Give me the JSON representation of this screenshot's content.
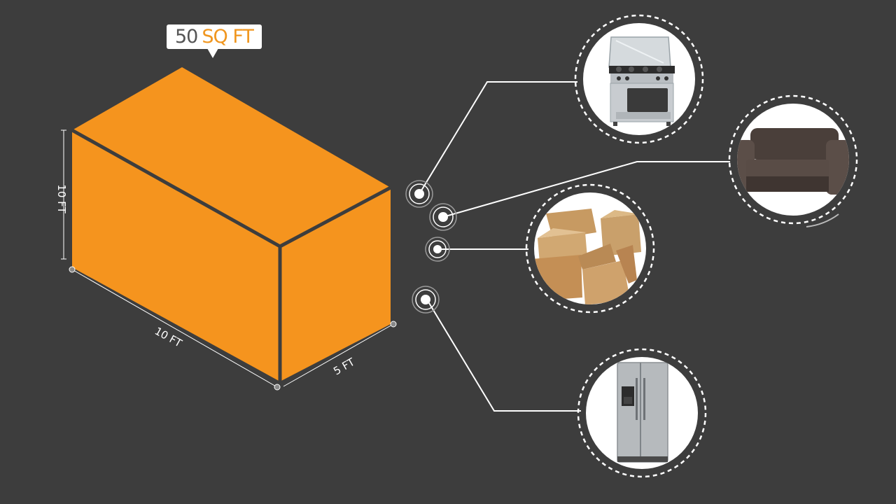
{
  "callout": {
    "value": "50",
    "unit": "SQ FT"
  },
  "dimensions": {
    "height": "10 FT",
    "length": "10 FT",
    "width": "5 FT"
  },
  "colors": {
    "background": "#3d3d3d",
    "box": "#f5941e",
    "edge": "#3d3d3d",
    "line": "#ffffff"
  },
  "items": [
    {
      "name": "stove",
      "icon": "stove-icon"
    },
    {
      "name": "sofa",
      "icon": "sofa-icon"
    },
    {
      "name": "boxes",
      "icon": "cardboard-boxes-icon"
    },
    {
      "name": "refrigerator",
      "icon": "refrigerator-icon"
    }
  ]
}
